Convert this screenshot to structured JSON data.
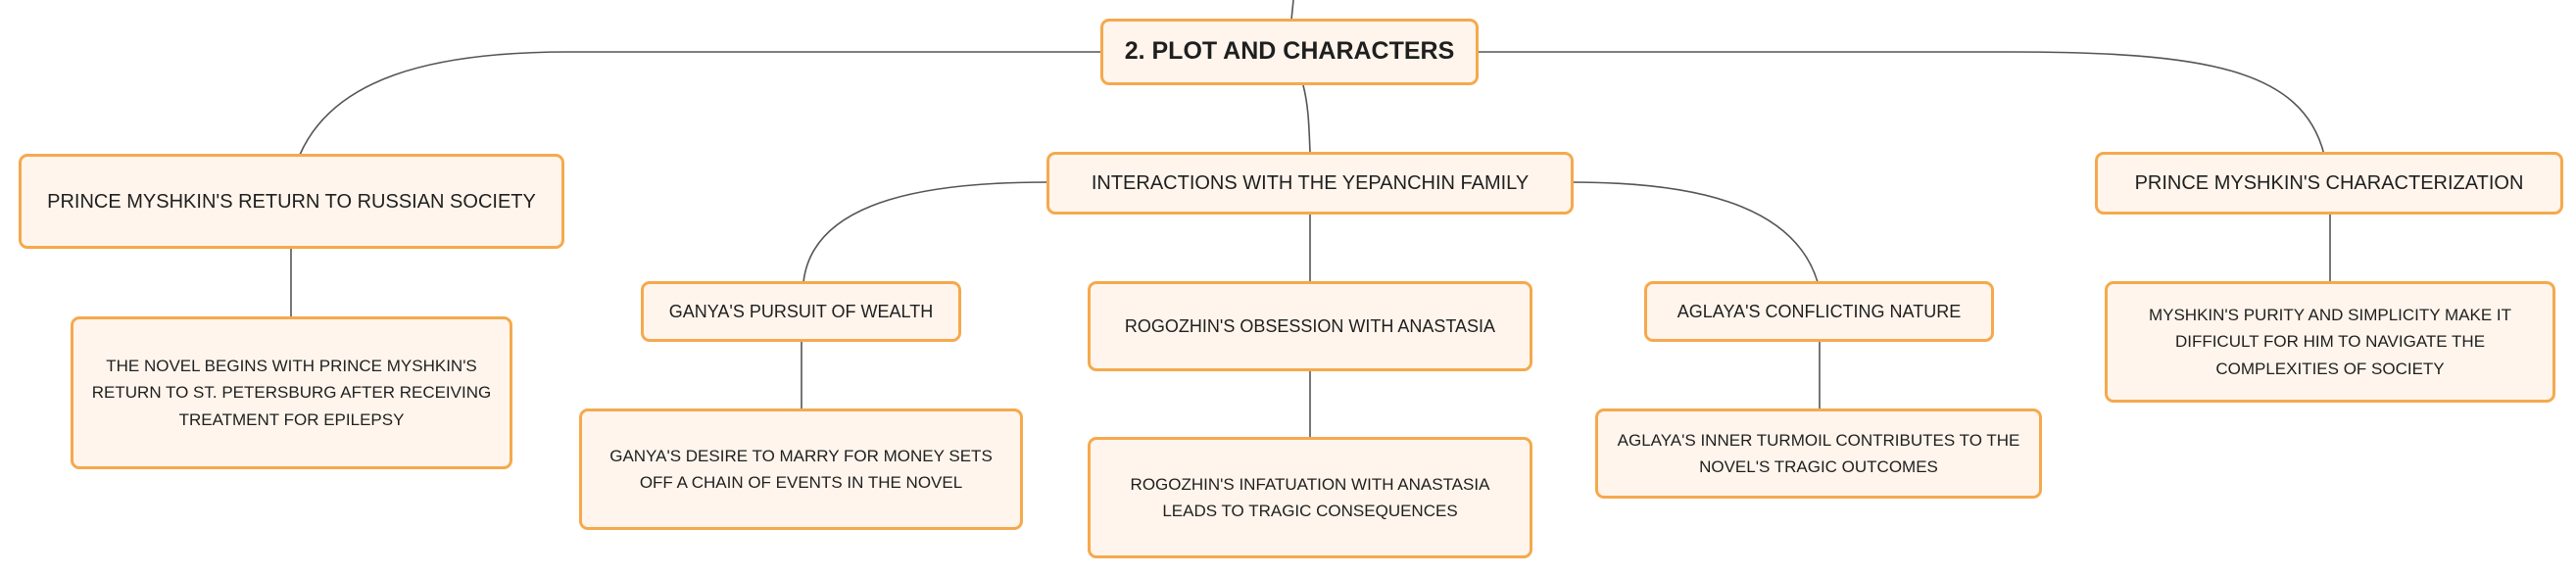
{
  "mindmap": {
    "root": "2. PLOT AND CHARACTERS",
    "branches": {
      "return": {
        "label": "PRINCE MYSHKIN'S RETURN TO RUSSIAN SOCIETY",
        "detail": "THE NOVEL BEGINS WITH PRINCE MYSHKIN'S RETURN TO ST. PETERSBURG AFTER RECEIVING TREATMENT FOR EPILEPSY"
      },
      "yepanchin": {
        "label": "INTERACTIONS WITH THE YEPANCHIN FAMILY",
        "children": {
          "ganya": {
            "label": "GANYA'S PURSUIT OF WEALTH",
            "detail": "GANYA'S DESIRE TO MARRY FOR MONEY SETS OFF A CHAIN OF EVENTS IN THE NOVEL"
          },
          "rogozhin": {
            "label": "ROGOZHIN'S OBSESSION WITH ANASTASIA",
            "detail": "ROGOZHIN'S INFATUATION WITH ANASTASIA LEADS TO TRAGIC CONSEQUENCES"
          },
          "aglaya": {
            "label": "AGLAYA'S CONFLICTING NATURE",
            "detail": "AGLAYA'S INNER TURMOIL CONTRIBUTES TO THE NOVEL'S TRAGIC OUTCOMES"
          }
        }
      },
      "characterization": {
        "label": "PRINCE MYSHKIN'S CHARACTERIZATION",
        "detail": "MYSHKIN'S PURITY AND SIMPLICITY MAKE IT DIFFICULT FOR HIM TO NAVIGATE THE COMPLEXITIES OF SOCIETY"
      }
    }
  },
  "colors": {
    "node_fill": "#fff5ec",
    "node_border": "#f5a94d",
    "connector": "#555555",
    "text": "#1f1f1f"
  }
}
